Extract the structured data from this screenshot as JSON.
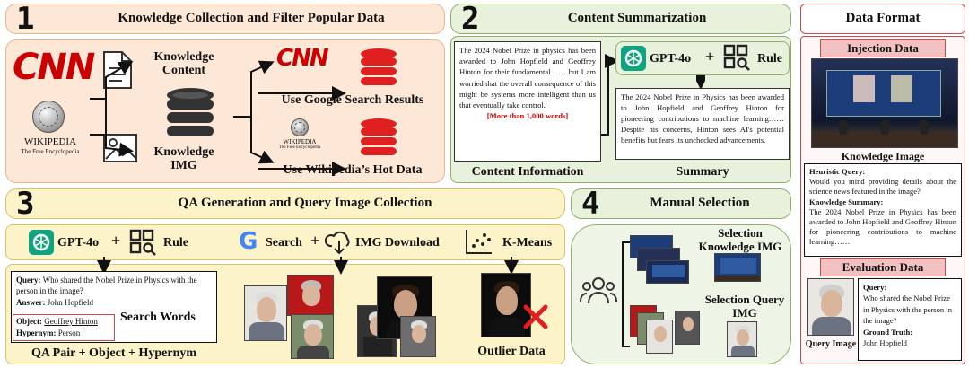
{
  "panel1": {
    "number": "1",
    "title": "Knowledge Collection and Filter Popular Data",
    "cnn_logo": "CNN",
    "wiki_logo": "WIKIPEDIA",
    "wiki_sub": "The Free Encyclopedia",
    "knowledge_content": "Knowledge Content",
    "knowledge_img": "Knowledge IMG",
    "use_google": "Use Google Search Results",
    "use_wiki": "Use Wikipedia’s Hot Data"
  },
  "panel2": {
    "number": "2",
    "title": "Content Summarization",
    "article_text": "The 2024 Nobel Prize in physics has been awarded to John Hopfield and Geoffrey Hinton for their fundamental ……but I am worried that the overall consequence of this might be systems more intelligent than us that eventually take control.'",
    "article_note": "[More than 1,000 words]",
    "content_information": "Content Information",
    "model": "GPT-4o",
    "plus": "+",
    "rule": "Rule",
    "summary_text": "The 2024 Nobel Prize in Physics has been awarded to John Hopfield and Geoffrey Hinton for pioneering contributions to machine learning……Despite his concerns, Hinton sees AI's potential benefits but fears its unchecked advancements.",
    "summary": "Summary"
  },
  "panel3": {
    "number": "3",
    "title": "QA Generation and Query Image Collection",
    "model": "GPT-4o",
    "plus": "+",
    "rule": "Rule",
    "search": "Search",
    "img_download": "IMG Download",
    "kmeans": "K-Means",
    "query_label": "Query:",
    "query_text": "Who shared the Nobel Prize in Physics with the person in the image?",
    "answer_label": "Answer:",
    "answer_text": "John Hopfield",
    "object_label": "Object:",
    "object_text": "Geoffrey Hinton",
    "hypernym_label": "Hypernym:",
    "hypernym_text": "Person",
    "search_words": "Search Words",
    "qa_pair": "QA Pair + Object + Hypernym",
    "outlier": "Outlier Data"
  },
  "panel4": {
    "number": "4",
    "title": "Manual Selection",
    "selection_knowledge": "Selection Knowledge IMG",
    "selection_query": "Selection Query IMG"
  },
  "format": {
    "title": "Data Format",
    "injection": "Injection Data",
    "knowledge_image": "Knowledge Image",
    "heuristic_label": "Heuristic Query:",
    "heuristic_text": "Would you mind providing details about the science news featured in the image?",
    "ksummary_label": "Knowledge Summary:",
    "ksummary_text": "The 2024 Nobel Prize in Physics has been awarded to John Hopfield and Geoffrey Hinton for pioneering contributions to machine learning……",
    "evaluation": "Evaluation Data",
    "query_label": "Query:",
    "query_text": "Who shared the Nobel Prize in Physics with the person in the image?",
    "truth_label": "Ground Truth:",
    "truth_text": "John Hopfield",
    "query_image": "Query Image"
  },
  "colors": {
    "red": "#cc0000",
    "openai": "#10a37f",
    "green_border": "#8fae6d",
    "peach": "#fde8d8"
  }
}
